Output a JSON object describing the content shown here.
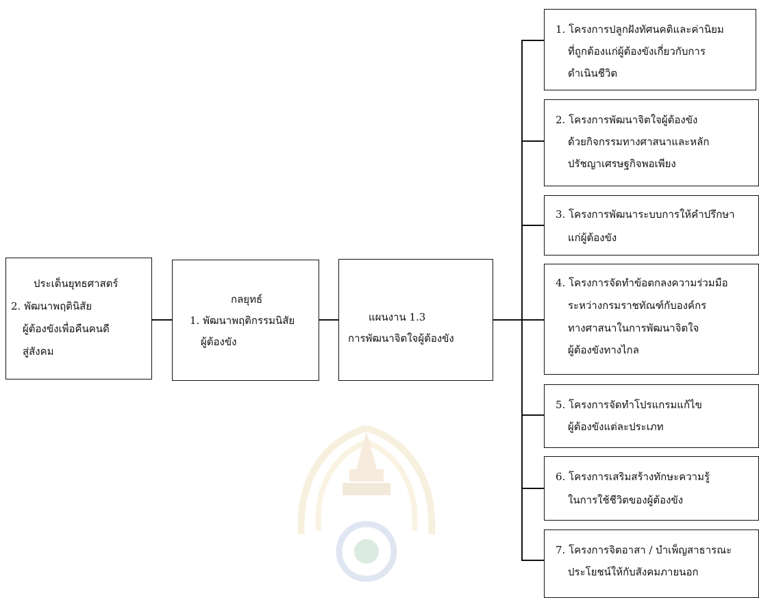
{
  "diagram": {
    "issue_box": {
      "line1": "ประเด็นยุทธศาสตร์",
      "line2": "2. พัฒนาพฤตินิสัย",
      "line3": "ผู้ต้องขังเพื่อคืนคนดี",
      "line4": "สู่สังคม"
    },
    "strategy_box": {
      "line1": "กลยุทธ์",
      "line2": "1. พัฒนาพฤติกรรมนิสัย",
      "line3": "ผู้ต้องขัง"
    },
    "plan_box": {
      "line1": "แผนงาน 1.3",
      "line2": "การพัฒนาจิตใจผู้ต้องขัง"
    },
    "projects": [
      {
        "lines": [
          "1. โครงการปลูกฝังทัศนคติและค่านิยม",
          "ที่ถูกต้องแก่ผู้ต้องขังเกี่ยวกับการ",
          "ดำเนินชีวิต"
        ]
      },
      {
        "lines": [
          "2. โครงการพัฒนาจิตใจผู้ต้องขัง",
          "ด้วยกิจกรรมทางศาสนาและหลัก",
          "ปรัชญาเศรษฐกิจพอเพียง"
        ]
      },
      {
        "lines": [
          "3. โครงการพัฒนาระบบการให้คำปรึกษา",
          "แก่ผู้ต้องขัง"
        ]
      },
      {
        "lines": [
          "4. โครงการจัดทำข้อตกลงความร่วมมือ",
          "ระหว่างกรมราชทัณฑ์กับองค์กร",
          "ทางศาสนาในการพัฒนาจิตใจ",
          "ผู้ต้องขังทางไกล"
        ]
      },
      {
        "lines": [
          "5. โครงการจัดทำโปรแกรมแก้ไข",
          "ผู้ต้องขังแต่ละประเภท"
        ]
      },
      {
        "lines": [
          "6. โครงการเสริมสร้างทักษะความรู้",
          "ในการใช้ชีวิตของผู้ต้องขัง"
        ]
      },
      {
        "lines": [
          "7. โครงการจิตอาสา / บำเพ็ญสาธารณะ",
          "ประโยชน์ให้กับสังคมภายนอก"
        ]
      }
    ]
  }
}
